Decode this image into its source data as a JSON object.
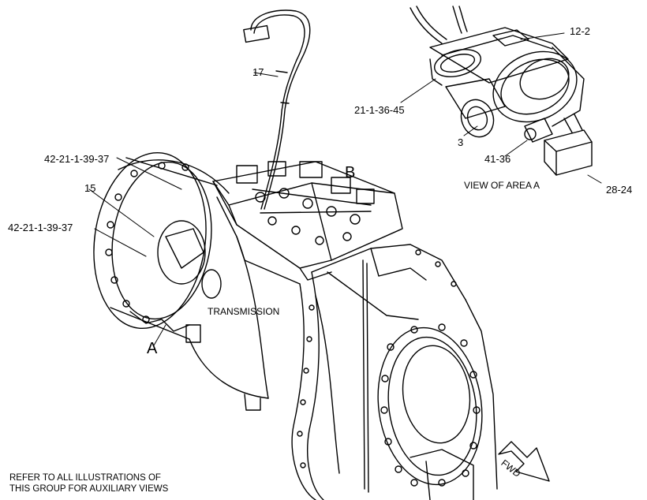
{
  "callouts": {
    "c17": "17",
    "c12_2": "12-2",
    "c21_1_36_45": "21-1-36-45",
    "c3": "3",
    "c41_36": "41-36",
    "c28_24": "28-24",
    "c42_top": "42-21-1-39-37",
    "c15": "15",
    "c42_mid": "42-21-1-39-37"
  },
  "area_labels": {
    "a": "A",
    "b": "B"
  },
  "view_title": "VIEW OF AREA A",
  "component_label": "TRANSMISSION",
  "direction_arrow": "FWD",
  "footnote": {
    "line1": "REFER TO ALL ILLUSTRATIONS OF",
    "line2": "THIS GROUP FOR AUXILIARY VIEWS"
  },
  "colors": {
    "ink": "#000000",
    "paper": "#ffffff"
  }
}
